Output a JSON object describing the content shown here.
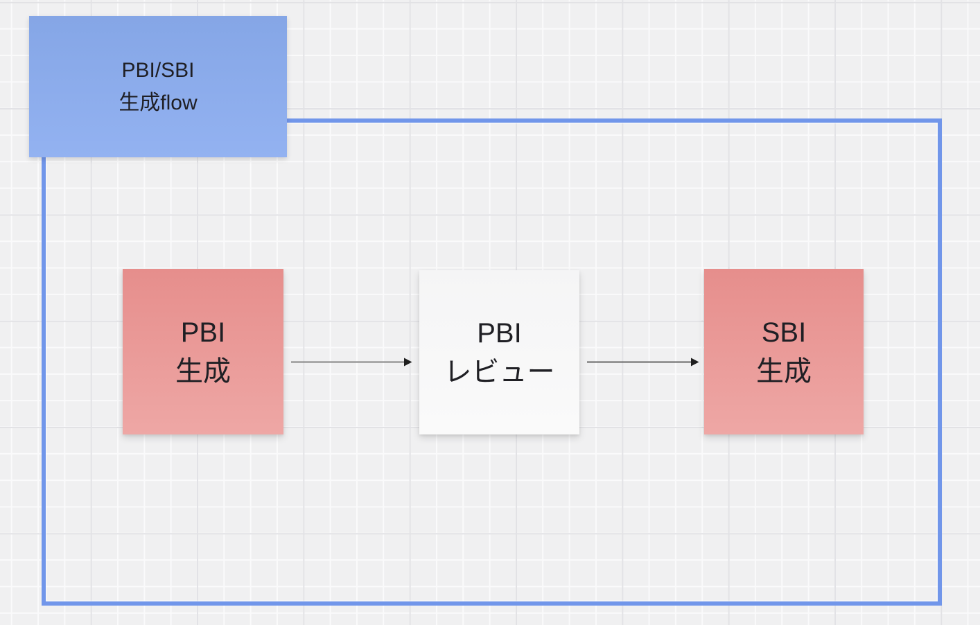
{
  "colors": {
    "canvas_bg": "#f0f0f1",
    "grid_minor": "#fafafb",
    "grid_major": "#e2e2e5",
    "frame_border": "#7196ea",
    "title_box_top": "#85a6e6",
    "title_box_bottom": "#93b2f1",
    "sticky_pink_top": "#e68e8c",
    "sticky_pink_bottom": "#eea7a5",
    "sticky_white_top": "#f5f5f6",
    "sticky_white_bottom": "#fafafa",
    "connector_1": "#8f8f8f",
    "connector_2": "#636363",
    "arrowhead": "#1f1f1f",
    "text": "#1f1f24"
  },
  "frame": {
    "title": "PBI/SBI\n生成flow"
  },
  "nodes": [
    {
      "id": "pbi-generation",
      "label": "PBI\n生成",
      "style": "pink"
    },
    {
      "id": "pbi-review",
      "label": "PBI\nレビュー",
      "style": "white"
    },
    {
      "id": "sbi-generation",
      "label": "SBI\n生成",
      "style": "pink"
    }
  ],
  "connectors": [
    {
      "from": "pbi-generation",
      "to": "pbi-review"
    },
    {
      "from": "pbi-review",
      "to": "sbi-generation"
    }
  ]
}
